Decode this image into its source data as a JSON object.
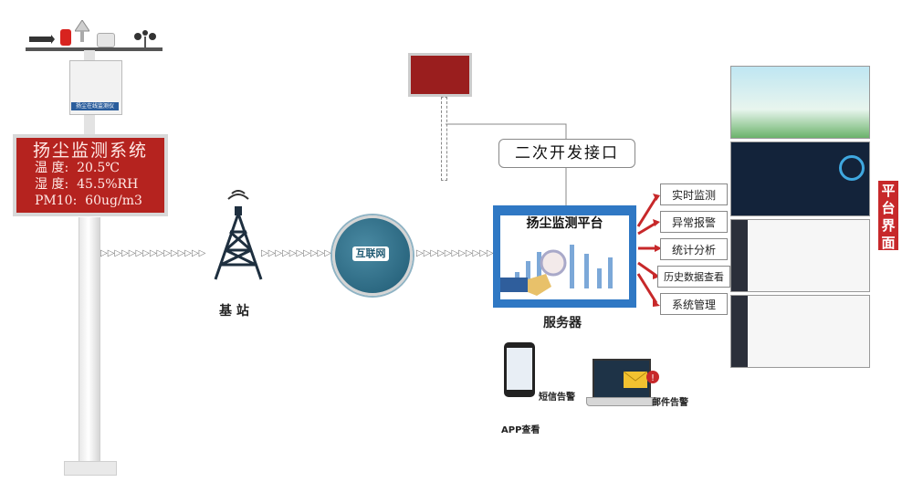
{
  "colors": {
    "led_board": "#b5231f",
    "server_frame": "#2f78c4",
    "accent_red": "#c7282a",
    "globe": "#1f5a73"
  },
  "station": {
    "box_label": "扬尘在线监测仪",
    "led_title": "扬尘监测系统",
    "led_rows": [
      "温 度:  20.5℃",
      "湿 度:  45.5%RH",
      "PM10:  60ug/m3"
    ]
  },
  "tower": {
    "label": "基 站",
    "icon": "signal-tower-icon"
  },
  "internet": {
    "label": "互联网",
    "icon": "globe-icon"
  },
  "api": {
    "label": "二次开发接口"
  },
  "server": {
    "title": "扬尘监测平台",
    "label": "服务器",
    "icon": "magnifier-icon"
  },
  "functions": [
    "实时监测",
    "异常报警",
    "统计分析",
    "历史数据查看",
    "系统管理"
  ],
  "platform": {
    "label": "平台界面"
  },
  "alerts": {
    "sms_label": "短信告警",
    "app_label": "APP查看",
    "email_label": "邮件告警",
    "email_icon": "envelope-icon"
  }
}
